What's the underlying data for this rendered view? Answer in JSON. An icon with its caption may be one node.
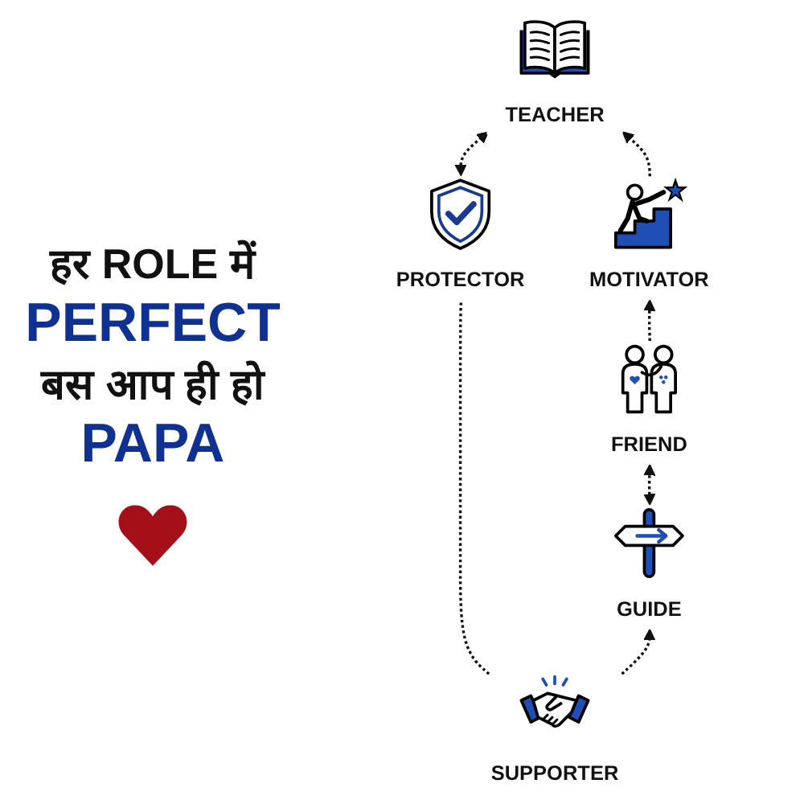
{
  "diagram": {
    "title": "हर ROLE में PERFECT बस आप ही हो PAPA",
    "nodes": [
      {
        "text": [
          "TEACHER"
        ]
      },
      {
        "text": [
          "PROTECTOR"
        ]
      },
      {
        "text": [
          "MOTIVATOR"
        ]
      },
      {
        "text": [
          "SUPPORTER"
        ]
      },
      {
        "text": [
          "FRIEND"
        ]
      },
      {
        "text": [
          "GUIDE"
        ]
      }
    ],
    "edges": [
      {
        "from": 1,
        "to": 0,
        "arrow": "both",
        "style": "dashed"
      },
      {
        "from": 3,
        "to": 1,
        "arrow": "none",
        "style": "dashed"
      },
      {
        "from": 3,
        "to": 5,
        "arrow": "to",
        "style": "dashed"
      },
      {
        "from": 5,
        "to": 4,
        "arrow": "both",
        "style": "dashed"
      },
      {
        "from": 4,
        "to": 2,
        "arrow": "to",
        "style": "dashed"
      },
      {
        "from": 2,
        "to": 0,
        "arrow": "to",
        "style": "dashed"
      }
    ]
  }
}
